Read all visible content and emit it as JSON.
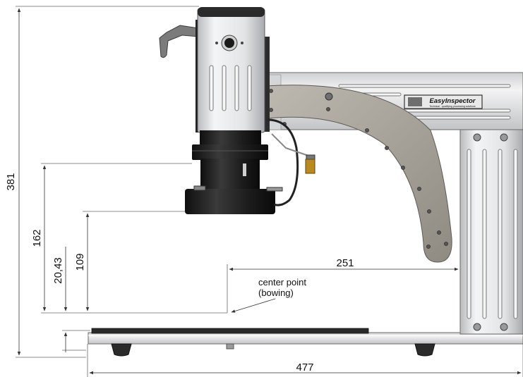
{
  "dimensions": {
    "overall_height": "381",
    "lens_height_max": "162",
    "lens_height_min": "109",
    "bowing_offset": "20,43",
    "horizontal_reach": "251",
    "base_length": "477"
  },
  "annotation": {
    "line1": "center point",
    "line2": "(bowing)"
  },
  "logo": {
    "brand": "EasyInspector",
    "tagline": "Technical · qualifying processing solutions"
  },
  "colors": {
    "dim_line": "#555555",
    "metal_light": "#e6e7e9",
    "metal_dark": "#8f8f8f",
    "arm": "#a9a59c",
    "black": "#1b1b1b",
    "brass": "#b98a1f"
  }
}
